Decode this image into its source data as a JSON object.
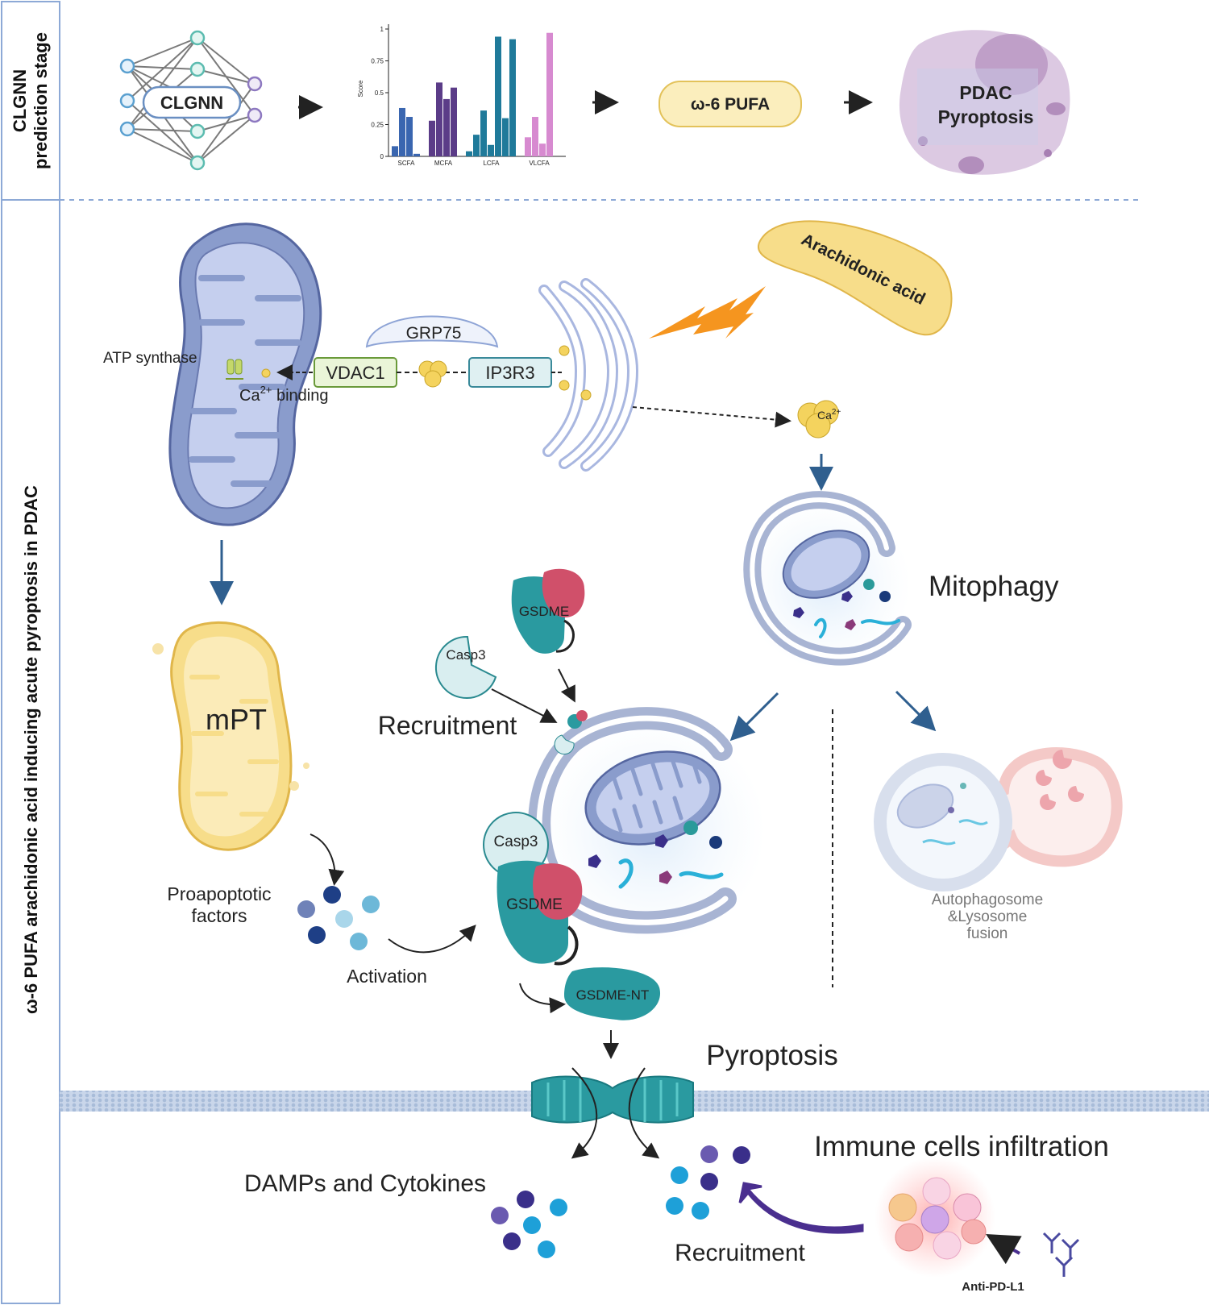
{
  "panels": {
    "top_label_line1": "CLGNN",
    "top_label_line2": "prediction stage",
    "main_label": "ω-6 PUFA arachidonic acid inducing acute pyroptosis in PDAC"
  },
  "prediction_stage": {
    "network_label": "CLGNN",
    "pufa_label": "ω-6 PUFA",
    "outcome_line1": "PDAC",
    "outcome_line2": "Pyroptosis"
  },
  "chart_data": {
    "type": "bar",
    "ylabel": "Score",
    "yticks": [
      "0",
      "0.25",
      "0.5",
      "0.75",
      "1"
    ],
    "ylim": [
      0,
      1
    ],
    "groups": [
      {
        "name": "SCFA",
        "values": [
          0.08,
          0.38,
          0.31,
          0.02
        ],
        "color": "#3a66b0"
      },
      {
        "name": "MCFA",
        "values": [
          0.28,
          0.58,
          0.45,
          0.54
        ],
        "color": "#5b3c88"
      },
      {
        "name": "LCFA",
        "values": [
          0.04,
          0.17,
          0.36,
          0.09,
          0.94,
          0.3,
          0.92
        ],
        "color": "#1f7a9a"
      },
      {
        "name": "VLCFA",
        "values": [
          0.15,
          0.31,
          0.1,
          0.97
        ],
        "color": "#d78ad0"
      }
    ]
  },
  "mechanism": {
    "atp_synthase": "ATP synthase",
    "ca_binding_prefix": "Ca",
    "ca_binding_sup": "2+",
    "ca_binding_suffix": " binding",
    "grp75": "GRP75",
    "vdac1": "VDAC1",
    "ip3r3": "IP3R3",
    "arachidonic_acid": "Arachidonic acid",
    "ca_cluster": "Ca",
    "ca_cluster_sup": "2+",
    "mpt": "mPT",
    "proapoptotic_line1": "Proapoptotic",
    "proapoptotic_line2": "factors",
    "activation": "Activation",
    "mitophagy": "Mitophagy",
    "gsdme_top": "GSDME",
    "casp3_top": "Casp3",
    "recruitment_top": "Recruitment",
    "casp3_main": "Casp3",
    "gsdme_main": "GSDME",
    "gsdme_nt": "GSDME-NT",
    "autophagosome_line1": "Autophagosome",
    "autophagosome_line2": "&Lysosome",
    "autophagosome_line3": "fusion",
    "pyroptosis": "Pyroptosis",
    "damps": "DAMPs and Cytokines",
    "immune_infiltration": "Immune cells infiltration",
    "recruitment_bottom": "Recruitment",
    "anti_pdl1": "Anti-PD-L1"
  },
  "colors": {
    "panel_border": "#8da9d6",
    "mito_fill": "#8a9ccc",
    "mito_stroke": "#5566a0",
    "er_stroke": "#a9b7e0",
    "teal": "#2a9aa0",
    "red": "#d0506a",
    "arrow_blue": "#2f5f8f",
    "yellow": "#f7dd8a",
    "yellow_stroke": "#e0b64a",
    "purple_arrow": "#4a2f8f"
  }
}
